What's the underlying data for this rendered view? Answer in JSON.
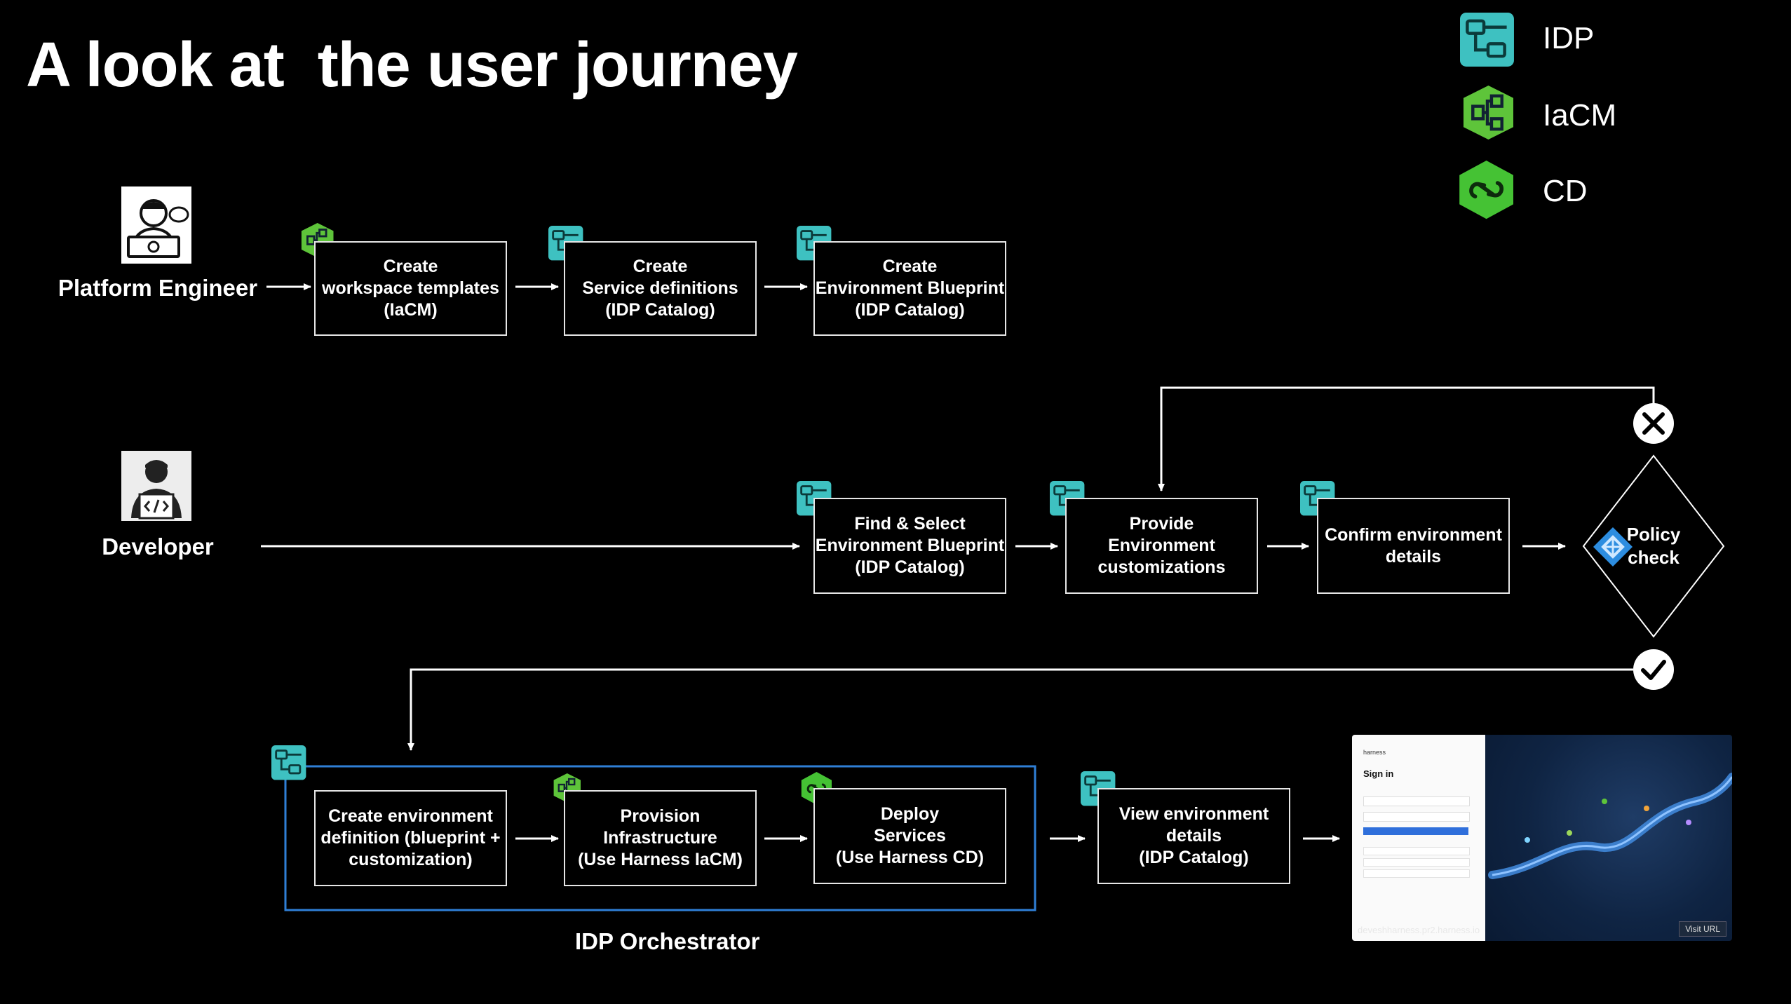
{
  "title": "A look at  the user journey",
  "legend": [
    {
      "label": "IDP",
      "icon": "idp-icon",
      "color": "#3ec1c1"
    },
    {
      "label": "IaCM",
      "icon": "iacm-icon",
      "color": "#5ec43a"
    },
    {
      "label": "CD",
      "icon": "cd-icon",
      "color": "#45c234"
    }
  ],
  "actors": {
    "platform_engineer": "Platform Engineer",
    "developer": "Developer"
  },
  "row1": [
    {
      "text": "Create\nworkspace templates\n(IaCM)",
      "icon": "iacm-icon"
    },
    {
      "text": "Create\nService definitions\n(IDP Catalog)",
      "icon": "idp-icon"
    },
    {
      "text": "Create\nEnvironment Blueprint\n(IDP Catalog)",
      "icon": "idp-icon"
    }
  ],
  "row2": [
    {
      "text": "Find & Select\nEnvironment Blueprint\n(IDP Catalog)",
      "icon": "idp-icon"
    },
    {
      "text": "Provide\nEnvironment\ncustomizations",
      "icon": "idp-icon"
    },
    {
      "text": "Confirm environment\ndetails",
      "icon": "idp-icon"
    }
  ],
  "policy": {
    "label": "Policy\ncheck",
    "icon": "policy-icon",
    "fail_icon": "x-circle-icon",
    "pass_icon": "check-circle-icon"
  },
  "row3": [
    {
      "text": "Create environment\ndefinition (blueprint +\ncustomization)",
      "icon": ""
    },
    {
      "text": "Provision\nInfrastructure\n(Use Harness IaCM)",
      "icon": "iacm-icon"
    },
    {
      "text": "Deploy\nServices\n(Use Harness CD)",
      "icon": "cd-icon"
    },
    {
      "text": "View environment\ndetails\n(IDP Catalog)",
      "icon": "idp-icon"
    }
  ],
  "orchestrator": {
    "label": "IDP Orchestrator",
    "border_color": "#2f7fd6"
  },
  "preview": {
    "brand": "harness",
    "heading": "Sign in",
    "url": "deveshharness.pr2.harness.io",
    "visit": "Visit URL"
  }
}
